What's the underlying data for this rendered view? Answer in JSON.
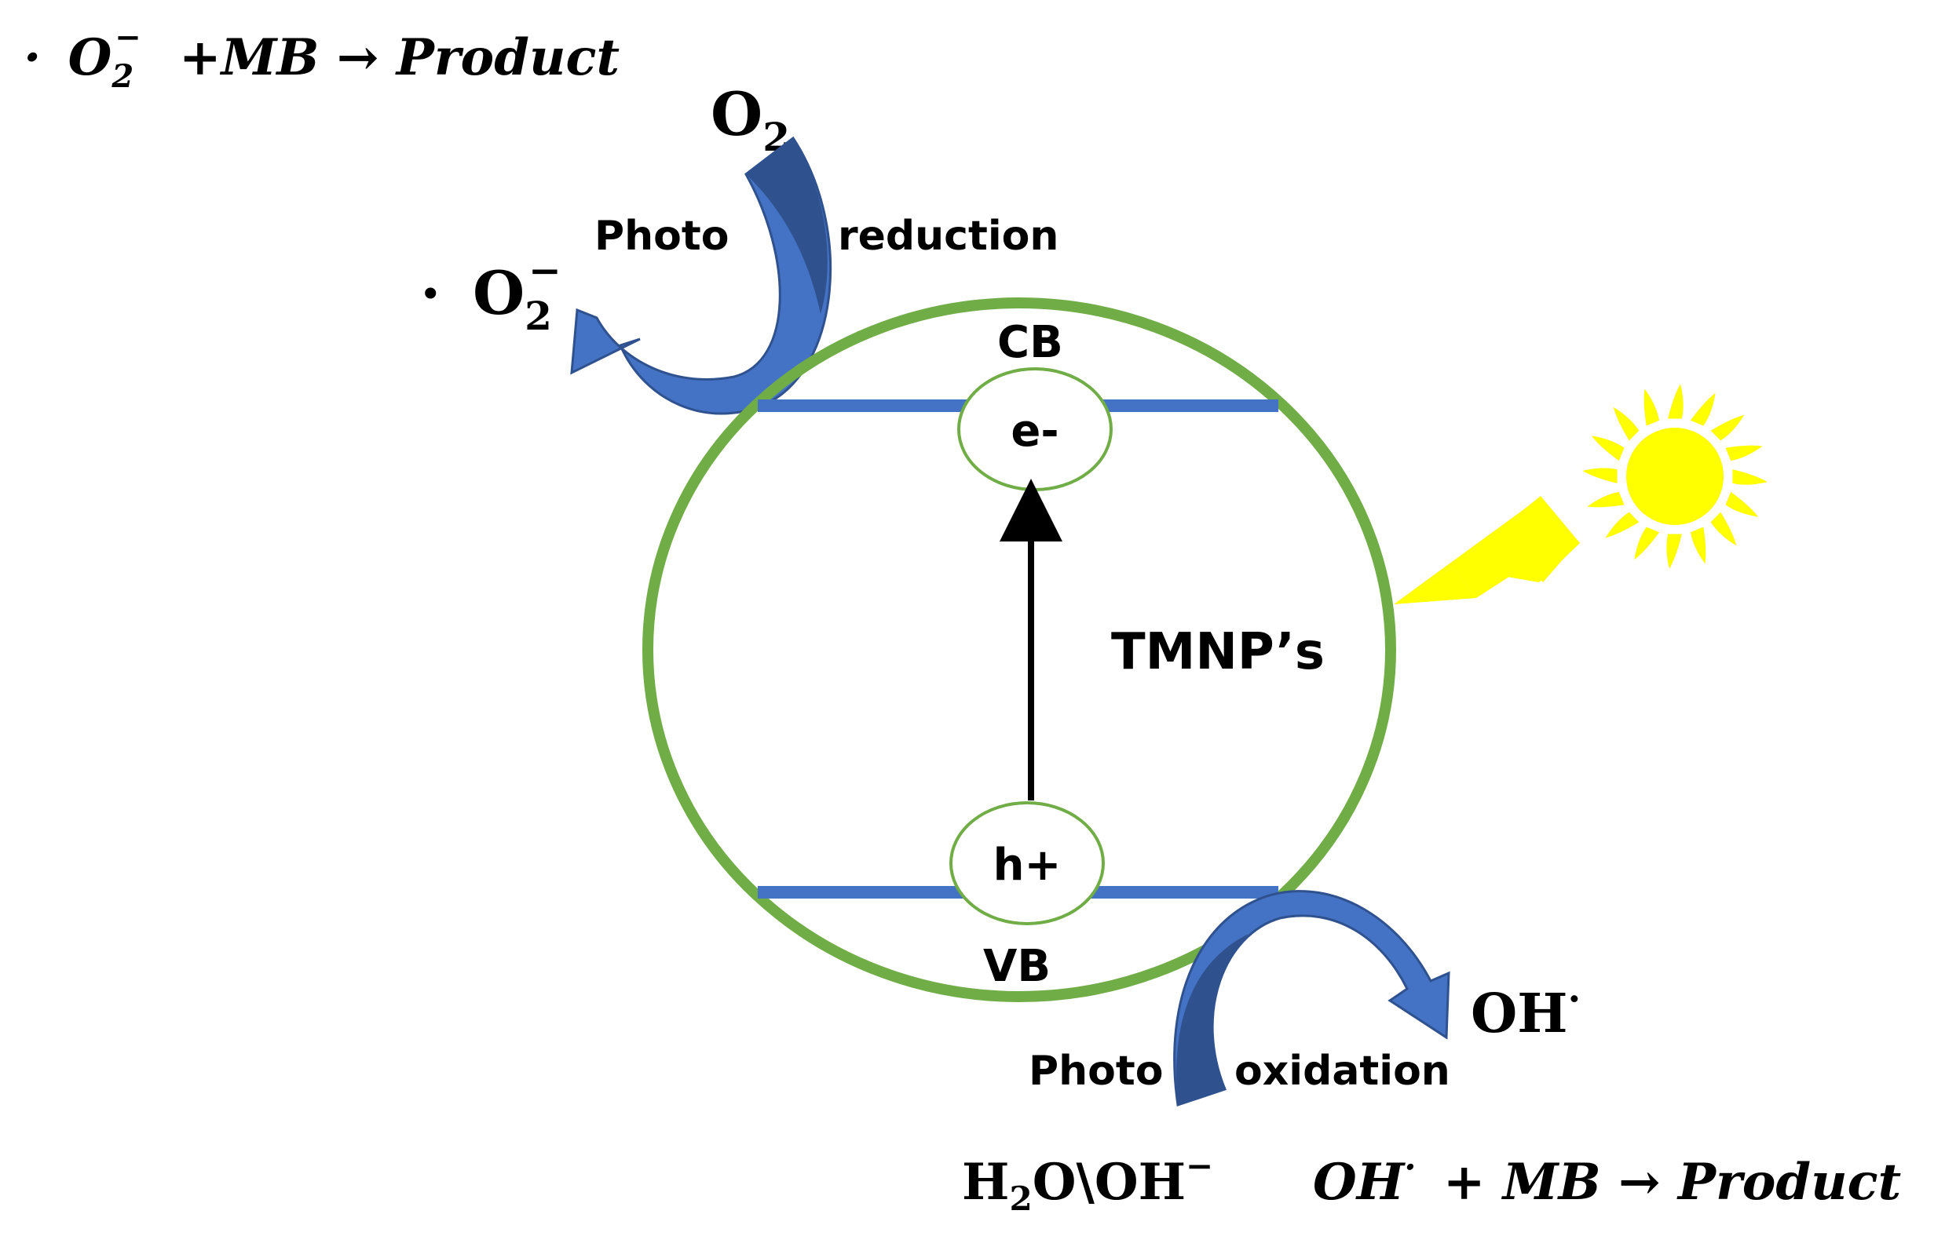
{
  "equations": {
    "superoxide_reaction": {
      "lhs_species": "O",
      "sub": "2",
      "sup": "−",
      "rest": "+MB → Product",
      "dot": "·"
    },
    "hydroxyl_reaction": {
      "species": "OH",
      "dot": "·",
      "rest": "+ MB → Product"
    }
  },
  "species": {
    "oxygen": {
      "base": "O",
      "sub": "2"
    },
    "superoxide": {
      "dot": "·",
      "base": "O",
      "sub": "2",
      "sup": "−"
    },
    "hydroxyl": {
      "base": "OH",
      "dot": "·"
    },
    "water_hydroxide": {
      "h": "H",
      "sub": "2",
      "rest": "O\\OH",
      "sup": "−"
    }
  },
  "labels": {
    "photo_reduction_left": "Photo",
    "photo_reduction_right": "reduction",
    "photo_oxidation_left": "Photo",
    "photo_oxidation_right": "oxidation",
    "conduction_band": "CB",
    "valence_band": "VB",
    "electron": "e-",
    "hole": "h+",
    "particle": "TMNP’s"
  },
  "colors": {
    "particle_outline": "#70ad47",
    "band_line": "#4472c4",
    "arrow_fill": "#4472c4",
    "arrow_dark": "#2f528f",
    "sun": "#ffff00",
    "text": "#000000"
  },
  "icons": {
    "sun": "sun-icon",
    "lightning": "lightning-bolt-icon"
  }
}
